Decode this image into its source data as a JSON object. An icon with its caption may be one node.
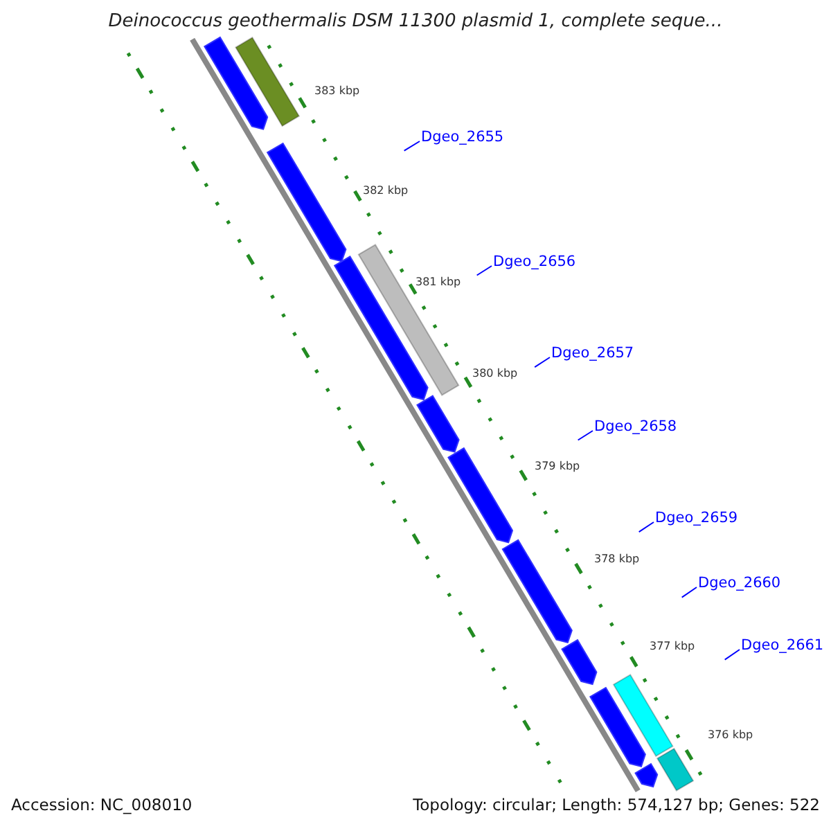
{
  "diagram": {
    "title": "Deinococcus geothermalis DSM 11300 plasmid 1, complete seque...",
    "nodes": [
      {
        "text": [
          "Dgeo_2655"
        ]
      },
      {
        "text": [
          "Dgeo_2656"
        ]
      },
      {
        "text": [
          "Dgeo_2657"
        ]
      },
      {
        "text": [
          "Dgeo_2658"
        ]
      },
      {
        "text": [
          "Dgeo_2659"
        ]
      },
      {
        "text": [
          "Dgeo_2660"
        ]
      },
      {
        "text": [
          "Dgeo_2661"
        ]
      },
      {
        "text": [],
        "shape": "arrow"
      },
      {
        "text": [],
        "shape": "bar"
      },
      {
        "text": [],
        "shape": "arrow"
      },
      {
        "text": [],
        "shape": "arrow"
      },
      {
        "text": [],
        "shape": "bar"
      },
      {
        "text": [],
        "shape": "arrow"
      },
      {
        "text": [],
        "shape": "arrow"
      },
      {
        "text": [],
        "shape": "arrow"
      },
      {
        "text": [],
        "shape": "arrow"
      },
      {
        "text": [],
        "shape": "arrow"
      },
      {
        "text": [],
        "shape": "bar"
      },
      {
        "text": [],
        "shape": "bar"
      },
      {
        "text": [],
        "shape": "arrow"
      }
    ],
    "edges": [
      {
        "from": 0,
        "to": null,
        "arrow": "none"
      },
      {
        "from": 1,
        "to": null,
        "arrow": "none"
      },
      {
        "from": 2,
        "to": null,
        "arrow": "none"
      },
      {
        "from": 3,
        "to": null,
        "arrow": "none"
      },
      {
        "from": 4,
        "to": null,
        "arrow": "none"
      },
      {
        "from": 5,
        "to": null,
        "arrow": "none"
      },
      {
        "from": 6,
        "to": null,
        "arrow": "none"
      }
    ],
    "labels": [
      "383 kbp",
      "382 kbp",
      "381 kbp",
      "380 kbp",
      "379 kbp",
      "378 kbp",
      "377 kbp",
      "376 kbp",
      "Accession: NC_008010",
      "Topology: circular; Length: 574,127 bp; Genes: 522"
    ]
  }
}
